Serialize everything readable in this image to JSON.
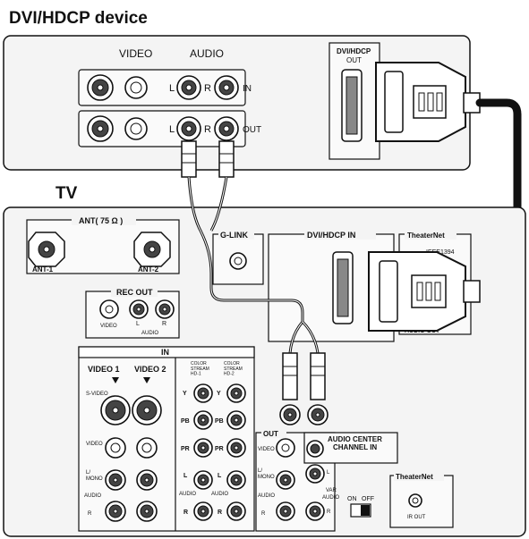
{
  "device": {
    "title": "DVI/HDCP device",
    "video_label": "VIDEO",
    "audio_label": "AUDIO",
    "l": "L",
    "r": "R",
    "in": "IN",
    "out": "OUT",
    "dvi_out_line1": "DVI/HDCP",
    "dvi_out_line2": "OUT"
  },
  "tv": {
    "title": "TV",
    "ant_group": "ANT( 75 Ω )",
    "ant1": "ANT-1",
    "ant2": "ANT-2",
    "rec_out": "REC OUT",
    "rec_video": "VIDEO",
    "rec_l": "L",
    "rec_r": "R",
    "rec_audio": "AUDIO",
    "g_link": "G-LINK",
    "dvi_in": "DVI/HDCP IN",
    "theaternet_top": "TheaterNet",
    "ieee": "IEEE1394",
    "audio_out": "AUDIO OUT",
    "in_header": "IN",
    "video1": "VIDEO 1",
    "video2": "VIDEO 2",
    "svideo": "S-VIDEO",
    "video": "VIDEO",
    "l_mono": "L/\nMONO",
    "audio": "AUDIO",
    "r": "R",
    "l": "L",
    "color_stream_hd1": "COLOR\nSTREAM\nHD-1",
    "color_stream_hd2": "COLOR\nSTREAM\nHD-2",
    "y": "Y",
    "pb": "PB",
    "pr": "PR",
    "out_header": "OUT",
    "var": "VAR",
    "audio_center_line1": "AUDIO CENTER",
    "audio_center_line2": "CHANNEL IN",
    "theaternet_bottom": "TheaterNet",
    "ir_out": "IR OUT",
    "on": "ON",
    "off": "OFF"
  }
}
